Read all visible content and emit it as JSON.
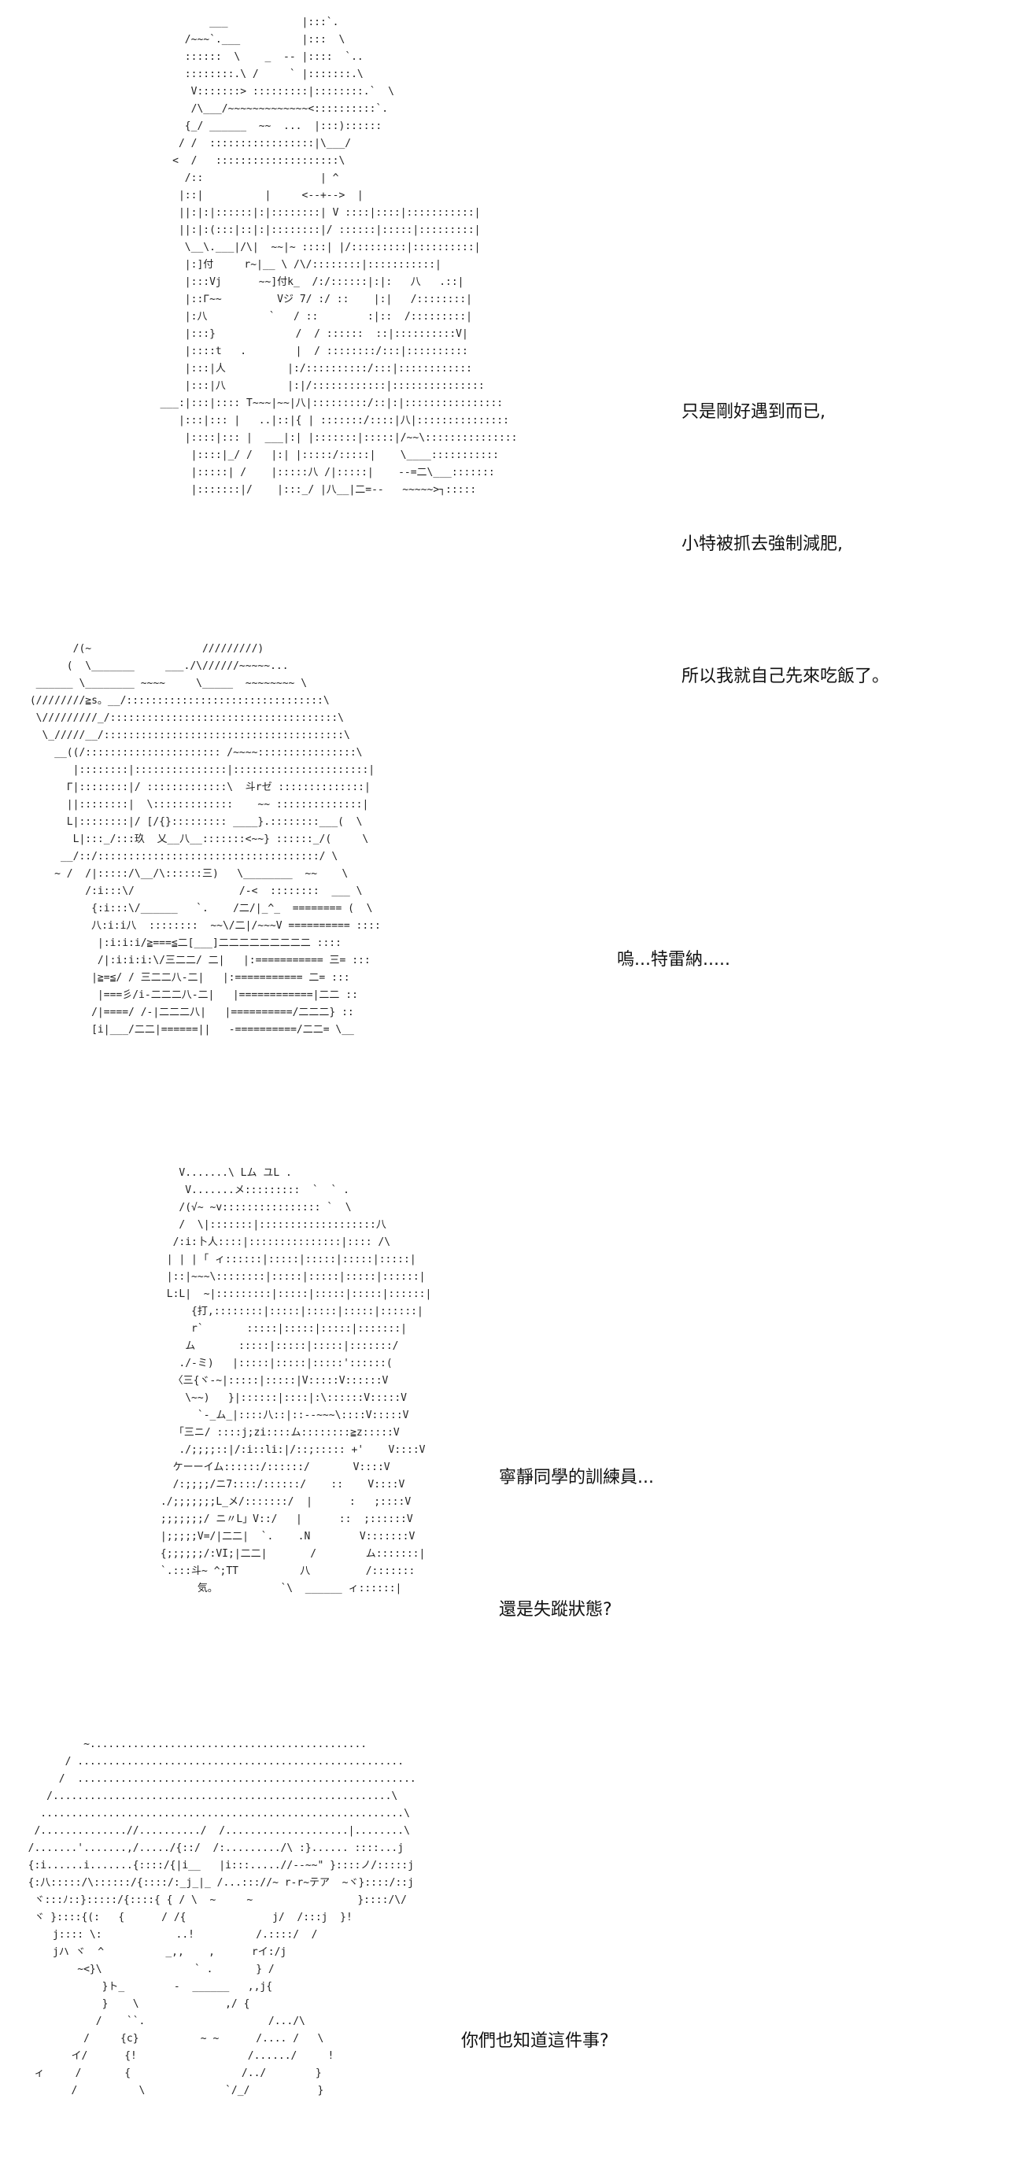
{
  "panels": [
    {
      "art": [
        "           ___            |:::`.",
        "       /~~~`.___          |:::  \\",
        "       ::::::  \\    _  -- |::::  `..",
        "       ::::::::.\\ /     ` |:::::::.\\",
        "        V:::::::> :::::::::|::::::::.`  \\",
        "        /\\___/~~~~~~~~~~~~~<::::::::::`.",
        "       {_/ ______  ~~  ...  |:::)::::::",
        "      / /  :::::::::::::::::|\\___/",
        "     <  /   ::::::::::::::::::::\\",
        "       /::                   | ^",
        "      |::|          |     <--+-->  |",
        "      ||:|:|::::::|:|::::::::| V ::::|::::|:::::::::::|",
        "      ||:|:(:::|::|:|::::::::|/ ::::::|:::::|:::::::::|",
        "       \\__\\.___|/\\|  ~~|~ ::::| |/:::::::::|::::::::::|",
        "       |:]付     r~|__ \\ /\\/::::::::|:::::::::::|",
        "       |:::Vj      ~~]付k_  /:/::::::|:|:   八   .::|",
        "       |::Γ~~         Vジ 7/ :/ ::    |:|   /::::::::|",
        "       |:八          `   / ::        :|::  /:::::::::|",
        "       |:::}             /  / ::::::  ::|::::::::::V|",
        "       |::::t   .        |  / ::::::::/:::|::::::::::",
        "       |:::|人          |:/::::::::::/:::|::::::::::::",
        "       |:::|八          |:|/::::::::::::|:::::::::::::::",
        "   ___:|:::|:::: T~~~|~~|八|:::::::::/::|:|::::::::::::::::",
        "      |:::|::: |   ..|::|{ | :::::::/::::|八|:::::::::::::::",
        "       |::::|::: |  ___|:| |:::::::|:::::|/~~\\:::::::::::::::",
        "        |::::|_/ /   |:| |:::::/:::::|    \\____:::::::::::",
        "        |:::::| /    |:::::八 /|:::::|    --=二\\___:::::::",
        "        |:::::::|/    |:::_/ |八__|二=--   ~~~~~>┐:::::"
      ],
      "dialogue": [
        "只是剛好遇到而已,",
        "小特被抓去強制減肥,",
        "所以我就自己先來吃飯了。"
      ]
    },
    {
      "art": [
        "        /(~                  /////////)",
        "       (  \\_______     ___./\\//////~~~~~...",
        "  ______ \\________ ~~~~     \\_____  ~~~~~~~~ \\",
        " (////////≧s。__/::::::::::::::::::::::::::::::::\\",
        "  \\/////////_/:::::::::::::::::::::::::::::::::::::\\",
        "   \\_/////__/:::::::::::::::::::::::::::::::::::::::\\",
        "     __((/:::::::::::::::::::::: /~~~~::::::::::::::::\\",
        "        |::::::::|:::::::::::::::|::::::::::::::::::::::|",
        "       Γ|::::::::|/ :::::::::::::\\  斗rゼ ::::::::::::::|",
        "       ||::::::::|  \\:::::::::::::    ~~ ::::::::::::::|",
        "       L|::::::::|/ [/{}::::::::: ____}.::::::::___(  \\",
        "        L|:::_/:::玖  乂__八__:::::::<~~} ::::::_/(     \\",
        "      __/::/::::::::::::::::::::::::::::::::::::/ \\",
        "     ~ /  /|:::::/\\__/\\::::::三)   \\________  ~~    \\",
        "          /:i:::\\/                 /-<  ::::::::  ___ \\",
        "           {:i:::\\/______   `.    /二/|_^_  ======== (  \\",
        "           八:i:i八  ::::::::  ~~\\/二|/~~~V ========== ::::",
        "            |:i:i:i/≧===≦二[___]二二二二二二二二二 ::::",
        "            /|:i:i:i:\\/三二二/ 二|   |:=========== 三= :::",
        "           |≧=≦/ / 三二二八-二|   |:=========== 二= :::",
        "            |===彡/i-二二二八-二|   |============|二二 ::",
        "           /|====/ /-|二二二八|   |==========/二二二} ::",
        "           [i|___/二二|======||   -==========/二二= \\__"
      ],
      "dialogue": [
        "嗚...特雷納....."
      ]
    },
    {
      "art": [
        "               V.......\\ Lム ユL .",
        "                V.......メ:::::::::  `  ` .",
        "               /(√~ ~v:::::::::::::::: `  \\",
        "               /  \\|:::::::|:::::::::::::::::::八",
        "              /:i:卜人::::|:::::::::::::::|:::: /\\",
        "             | | | ｢ ィ::::::|:::::|:::::|:::::|:::::|",
        "             |::|~~~\\::::::::|:::::|:::::|:::::|::::::|",
        "             L:L|  ~|:::::::::|:::::|:::::|:::::|::::::|",
        "                 {打,::::::::|:::::|:::::|:::::|::::::|",
        "                 r`       :::::|:::::|:::::|:::::::|",
        "                ム       :::::|:::::|:::::|:::::::/",
        "               ./-ミ)   |:::::|:::::|:::::'::::::(",
        "              〈三{ヾ-~|:::::|:::::|V:::::V::::::V",
        "                \\~~)   }|::::::|::::|:\\::::::V:::::V",
        "                  `-_ム_|::::八::|::--~~~\\::::V:::::V",
        "               ｢三ニ/ ::::j;zi::::ム::::::::≧z:::::V",
        "               ./;;;;::|/:i::li:|/::;::::: +'    V::::V",
        "              ケーーイム::::::/::::::/       V::::V",
        "              /:;;;;/ニ7::::/::::::/    ::    V::::V",
        "            ./;;;;;;;L_メ/:::::::/  |      :   ;::::V",
        "            ;;;;;;;/ ニ〃L」V::/   |      ::  ;::::::V",
        "            |;;;;;V=/|二二|  `.    .N        V:::::::V",
        "            {;;;;;;/:VI;|二二|       /        ム:::::::|",
        "            `.:::斗~ ^;TT          八         /:::::::",
        "                  気｡           `\\  ______ ィ::::::|"
      ],
      "dialogue": [
        "寧靜同學的訓練員...",
        "還是失蹤狀態?"
      ]
    },
    {
      "art": [
        "           ~.............................................",
        "        / .....................................................",
        "       /  .......................................................",
        "     /.......................................................\\",
        "    ...........................................................\\",
        "   /..............//........../  /....................|........\\",
        "  /.......'.......,/...../{::/  /:........./\\ :}...... ::::...j",
        "  {:i......i.......{::::/{|i__   |i:::.....//--~~\" }::::ノ/:::::j",
        "  {:八:::::/\\::::::/{::::/:_j_|_ /...::://~ r-r~テア  ~ヾ}::::/::j",
        "   ヾ:::ﾉ::}:::::/{::::{ { / \\  ~     ~                 }::::/\\/",
        "   ヾ }::::{(:   {      / /{              j/  /:::j  }!",
        "      j:::: \\:            ..!          /.::::/  /",
        "      jハ ヾ  ^          _,,    ,      rイ:/j",
        "          ~<}\\               ` .       } /",
        "              }ト_        -  ______   ,,j{",
        "              }    \\              ,/ {",
        "             /    ``.                    /.../\\",
        "           /     {c}          ~ ~      /.... /   \\",
        "         イ/      {!                  /....../     !",
        "   ィ     /       {                  /../        }",
        "         /          \\             `/_/           }"
      ],
      "dialogue": [
        "你們也知道這件事?"
      ]
    }
  ]
}
